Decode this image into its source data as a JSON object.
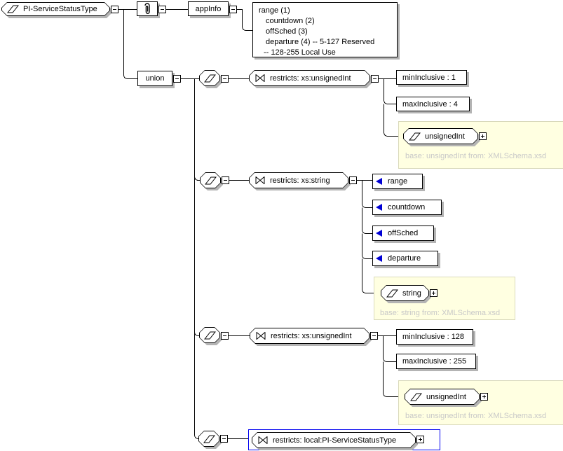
{
  "diagram": {
    "root": {
      "label": "PI-ServiceStatusType"
    },
    "annotation": {
      "app_info_label": "appInfo",
      "doc_lines": [
        "range (1)",
        "countdown (2)",
        "offSched (3)",
        "departure (4) -- 5-127 Reserved",
        "-- 128-255 Local Use"
      ]
    },
    "union": {
      "label": "union"
    },
    "branches": [
      {
        "restriction_label": "restricts: xs:unsignedInt",
        "facets": [
          "minInclusive : 1",
          "maxInclusive : 4"
        ],
        "base": {
          "type_label": "unsignedInt",
          "note": "base: unsignedInt from: XMLSchema.xsd"
        }
      },
      {
        "restriction_label": "restricts: xs:string",
        "enum_values": [
          "range",
          "countdown",
          "offSched",
          "departure"
        ],
        "base": {
          "type_label": "string",
          "note": "base: string from: XMLSchema.xsd"
        }
      },
      {
        "restriction_label": "restricts: xs:unsignedInt",
        "facets": [
          "minInclusive : 128",
          "maxInclusive : 255"
        ],
        "base": {
          "type_label": "unsignedInt",
          "note": "base: unsignedInt from: XMLSchema.xsd"
        }
      },
      {
        "restriction_label": "restricts: local:PI-ServiceStatusType"
      }
    ],
    "colors": {
      "note_bg": "#ffffe1",
      "note_border": "#d9d9bb",
      "note_text": "#c8c8c8",
      "enum_marker": "#0000d4",
      "selection": "#0000f0",
      "shadow": "#b4b4b4",
      "line": "#000000"
    }
  }
}
